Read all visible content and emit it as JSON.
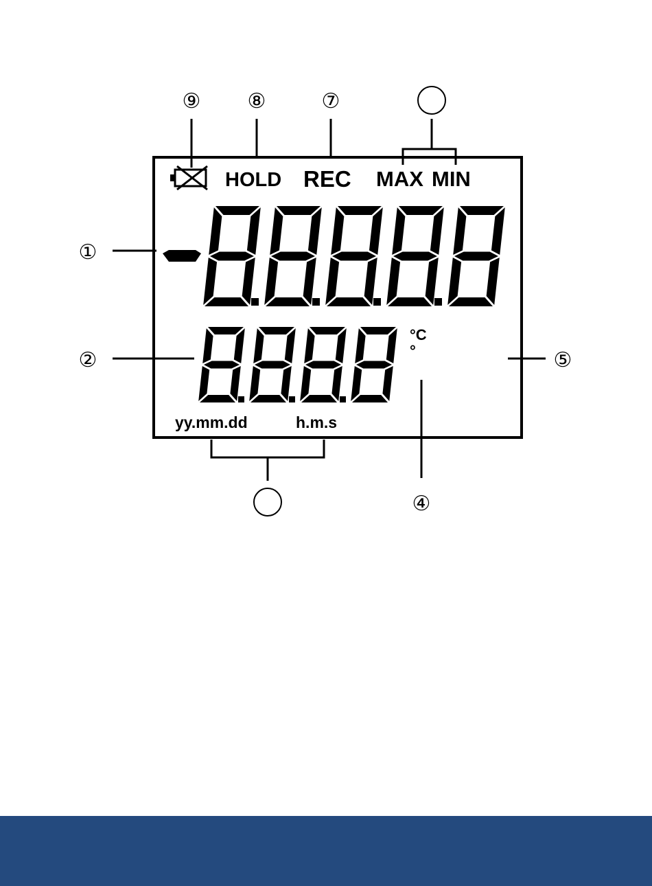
{
  "lcd": {
    "indicators": {
      "hold": "HOLD",
      "rec": "REC",
      "max": "MAX",
      "min": "MIN",
      "battery_icon": "battery-crossed-icon"
    },
    "units": {
      "celsius": "°C",
      "degree": "°"
    },
    "time_labels": {
      "date": "yy.mm.dd",
      "time": "h.m.s"
    },
    "main_display": {
      "minus_sign": true,
      "digits": 5,
      "decimal_points": 4
    },
    "secondary_display": {
      "digits": 4,
      "decimal_points": 3
    }
  },
  "callouts": {
    "n1": "①",
    "n2": "②",
    "n4": "④",
    "n5": "⑤",
    "n7": "⑦",
    "n8": "⑧",
    "n9": "⑨",
    "top_right": "",
    "bottom_left": ""
  },
  "colors": {
    "ink": "#000000",
    "footer": "#244a7e",
    "background": "#ffffff"
  }
}
